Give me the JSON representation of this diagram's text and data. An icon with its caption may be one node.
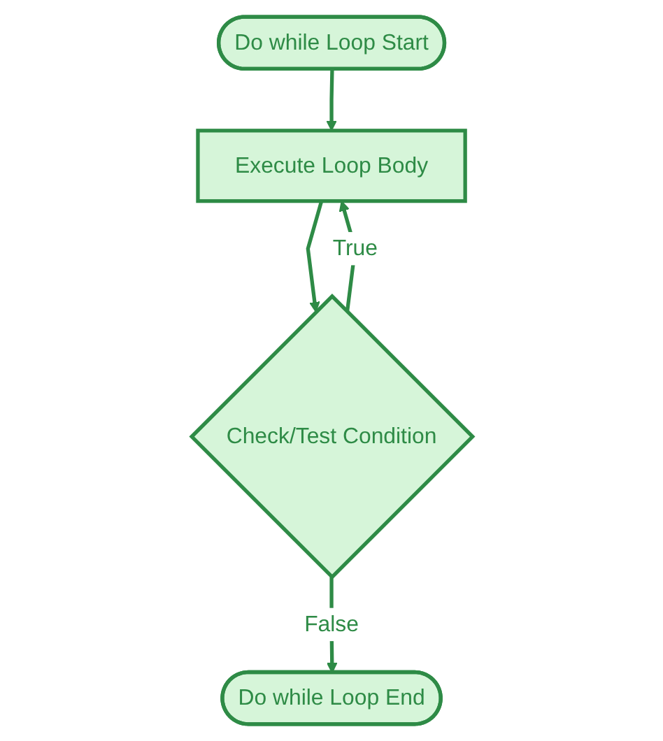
{
  "diagram": {
    "nodes": [
      {
        "text": [
          "Do while Loop Start"
        ]
      },
      {
        "text": [
          "Execute Loop Body"
        ]
      },
      {
        "text": [
          "Check/Test Condition"
        ]
      },
      {
        "text": [
          "Do while Loop End"
        ]
      }
    ],
    "edges": [
      {
        "from": 0,
        "to": 1,
        "arrow": "to"
      },
      {
        "from": 1,
        "to": 2,
        "arrow": "to"
      },
      {
        "from": 2,
        "to": 1,
        "label": "True",
        "arrow": "to"
      },
      {
        "from": 2,
        "to": 3,
        "label": "False",
        "arrow": "to"
      }
    ]
  }
}
